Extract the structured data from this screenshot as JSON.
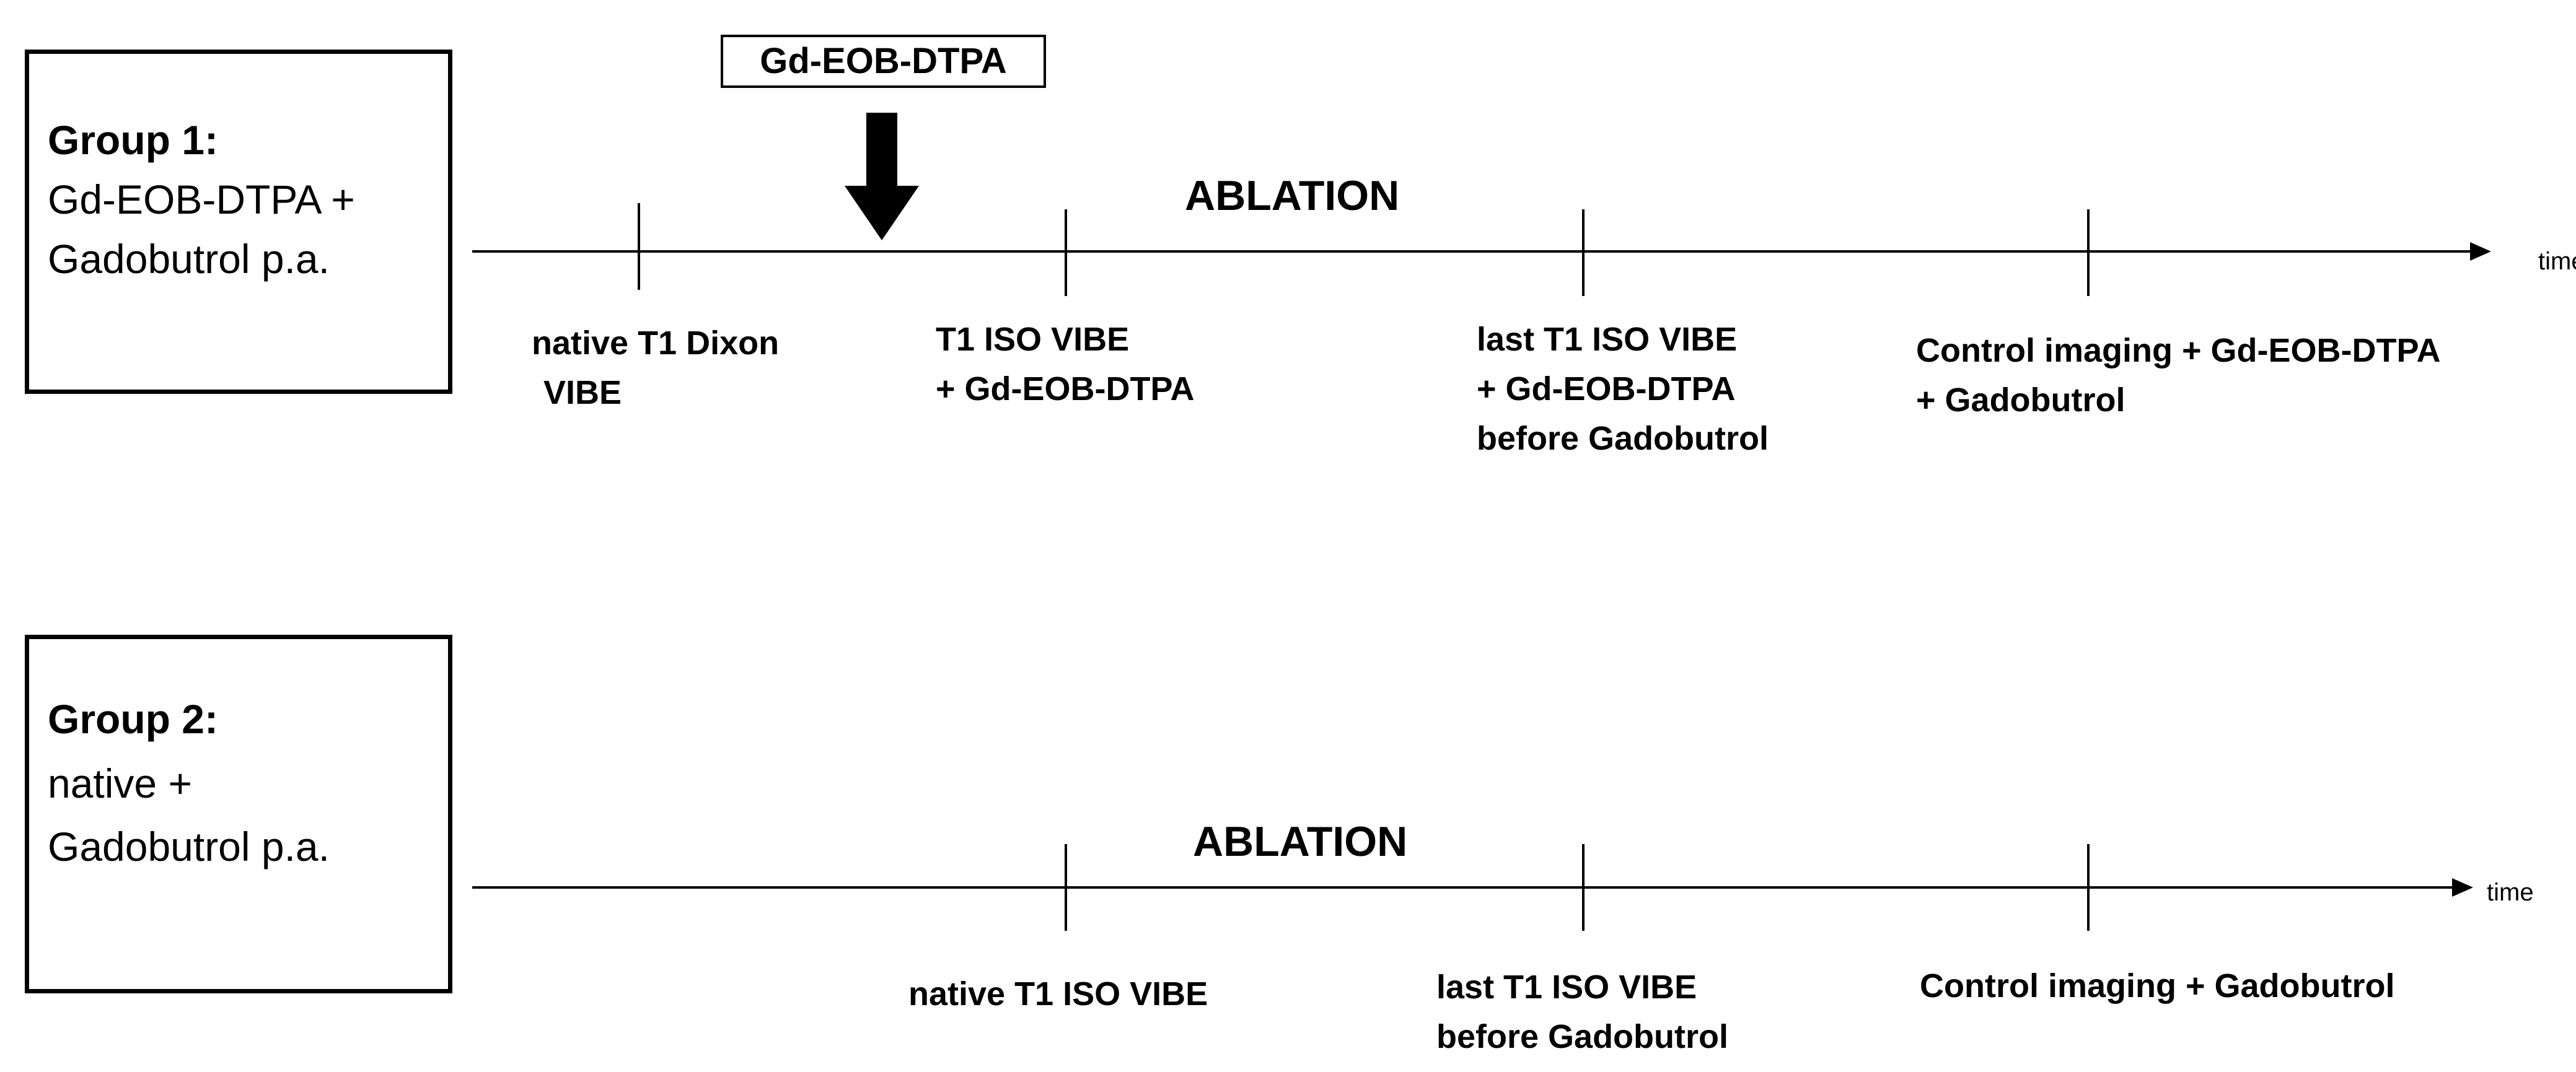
{
  "diagram": {
    "group1": {
      "title": "Group 1:",
      "line2": "Gd-EOB-DTPA +",
      "line3": "Gadobutrol p.a.",
      "contrast_box": "Gd-EOB-DTPA",
      "phase": "ABLATION",
      "time_label": "time",
      "events": [
        {
          "lines": [
            "native T1 Dixon",
            "VIBE"
          ]
        },
        {
          "lines": [
            "T1 ISO VIBE",
            "+ Gd-EOB-DTPA"
          ]
        },
        {
          "lines": [
            "last T1 ISO VIBE",
            "+ Gd-EOB-DTPA",
            "before Gadobutrol"
          ]
        },
        {
          "lines": [
            "Control imaging + Gd-EOB-DTPA",
            "+ Gadobutrol"
          ]
        }
      ]
    },
    "group2": {
      "title": "Group 2:",
      "line2": "native +",
      "line3": "Gadobutrol  p.a.",
      "phase": "ABLATION",
      "time_label": "time",
      "events": [
        {
          "lines": [
            "native T1 ISO VIBE"
          ]
        },
        {
          "lines": [
            "last T1 ISO VIBE",
            "before Gadobutrol"
          ]
        },
        {
          "lines": [
            "Control imaging + Gadobutrol"
          ]
        }
      ]
    },
    "icons": {
      "injection_arrow": "down-arrow-icon"
    },
    "colors": {
      "line": "#000000",
      "background": "#ffffff"
    }
  }
}
